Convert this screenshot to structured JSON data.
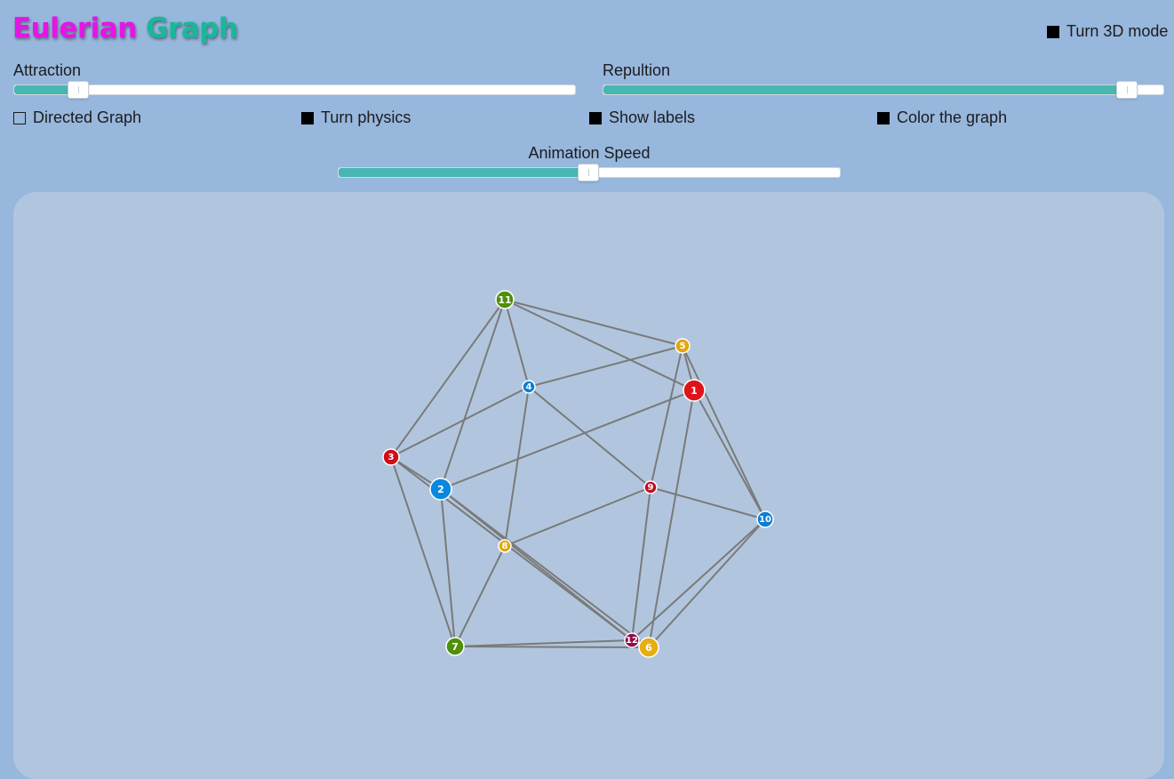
{
  "title": {
    "word1": "Eulerian",
    "word2": "Graph"
  },
  "toggles": {
    "mode3d": {
      "label": "Turn 3D mode",
      "checked": true
    },
    "directed": {
      "label": "Directed Graph",
      "checked": false
    },
    "physics": {
      "label": "Turn physics",
      "checked": true
    },
    "labels": {
      "label": "Show labels",
      "checked": true
    },
    "color": {
      "label": "Color the graph",
      "checked": true
    }
  },
  "sliders": {
    "attraction": {
      "label": "Attraction",
      "value": 0.114
    },
    "repulsion": {
      "label": "Repultion",
      "value": 0.935
    },
    "animation_speed": {
      "label": "Animation Speed",
      "value": 0.498
    }
  },
  "graph": {
    "nodes": [
      {
        "id": "1",
        "color": "#e0131a"
      },
      {
        "id": "2",
        "color": "#0a87e0"
      },
      {
        "id": "3",
        "color": "#cf0e17"
      },
      {
        "id": "4",
        "color": "#0a7fd6"
      },
      {
        "id": "5",
        "color": "#e2a60e"
      },
      {
        "id": "6",
        "color": "#e8ae10"
      },
      {
        "id": "7",
        "color": "#4f8f0a"
      },
      {
        "id": "8",
        "color": "#e2a60e"
      },
      {
        "id": "9",
        "color": "#c10f1f"
      },
      {
        "id": "10",
        "color": "#0a7fd6"
      },
      {
        "id": "11",
        "color": "#4f8f0a"
      },
      {
        "id": "12",
        "color": "#8e0c4a"
      }
    ],
    "edges": [
      [
        "11",
        "5"
      ],
      [
        "11",
        "1"
      ],
      [
        "11",
        "4"
      ],
      [
        "11",
        "3"
      ],
      [
        "11",
        "2"
      ],
      [
        "5",
        "4"
      ],
      [
        "5",
        "1"
      ],
      [
        "5",
        "10"
      ],
      [
        "5",
        "9"
      ],
      [
        "1",
        "2"
      ],
      [
        "1",
        "10"
      ],
      [
        "1",
        "6"
      ],
      [
        "4",
        "3"
      ],
      [
        "4",
        "8"
      ],
      [
        "4",
        "9"
      ],
      [
        "3",
        "2"
      ],
      [
        "3",
        "7"
      ],
      [
        "3",
        "12"
      ],
      [
        "2",
        "7"
      ],
      [
        "2",
        "12"
      ],
      [
        "2",
        "6"
      ],
      [
        "9",
        "8"
      ],
      [
        "9",
        "10"
      ],
      [
        "9",
        "12"
      ],
      [
        "8",
        "7"
      ],
      [
        "7",
        "12"
      ],
      [
        "7",
        "6"
      ],
      [
        "10",
        "12"
      ],
      [
        "10",
        "6"
      ]
    ]
  }
}
